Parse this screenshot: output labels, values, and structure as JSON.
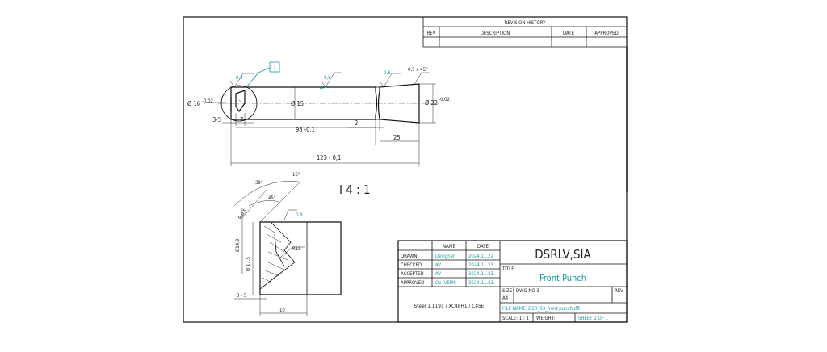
{
  "revision": {
    "title": "REVISION HISTORY",
    "headers": {
      "rev": "REV",
      "description": "DESCRIPTION",
      "date": "DATE",
      "approved": "APPROVED"
    }
  },
  "annotations": {
    "surface_finishes": [
      "0,8",
      "0,8",
      "0,8",
      "0,8"
    ],
    "detail_callout": "I",
    "chamfer": "0,5 x 45°",
    "dia_16": "Ø 16",
    "dia_16_tol": "-0,02",
    "dia_15": "Ø 15",
    "dia_22": "Ø 22",
    "dia_22_tol": "-0,02",
    "len_3_5": "3-5",
    "len_7": "7",
    "len_2": "2",
    "len_98": "98 -0,1",
    "len_25": "25",
    "len_123": "123 - 0,1",
    "detail_scale": "I  4 : 1",
    "detail_angle_39": "39°",
    "detail_angle_16": "16°",
    "detail_angle_45": "45°",
    "detail_radius": "R 0,5",
    "detail_r15": "R15",
    "detail_finish": "0,8",
    "detail_dia_149": "Ø14,9",
    "detail_dia_175": "Ø 17,5",
    "detail_len_3_5": "3 - 5",
    "detail_len_10": "10"
  },
  "titleblock": {
    "headers": {
      "name": "NAME",
      "date": "DATE"
    },
    "rows": [
      {
        "role": "DRAWN",
        "name": "Designer",
        "date": "2024.11.22"
      },
      {
        "role": "CHECKED",
        "name": "AV",
        "date": "2024.11.23."
      },
      {
        "role": "ACCEPTED",
        "name": "AV",
        "date": "2024.11.23."
      },
      {
        "role": "APPROVED",
        "name": "Oz. VEIPS",
        "date": "2024.11.23."
      }
    ],
    "company": "DSRLV,SIA",
    "title_label": "TITLE",
    "title": "Front Punch",
    "material": "Steel 1.1191 / XC48H1 / C45E",
    "size_label": "SIZE",
    "size": "A4",
    "dwg_label": "DWG NO 3",
    "rev_label": "REV",
    "file_name": "FILE NAME: DSR_03_front punch.dft",
    "scale": "SCALE: 1 : 1",
    "weight": "WEIGHT:",
    "sheet": "SHEET 1 OF 1"
  },
  "colors": {
    "accent": "#1a9aa4",
    "line": "#111111"
  }
}
